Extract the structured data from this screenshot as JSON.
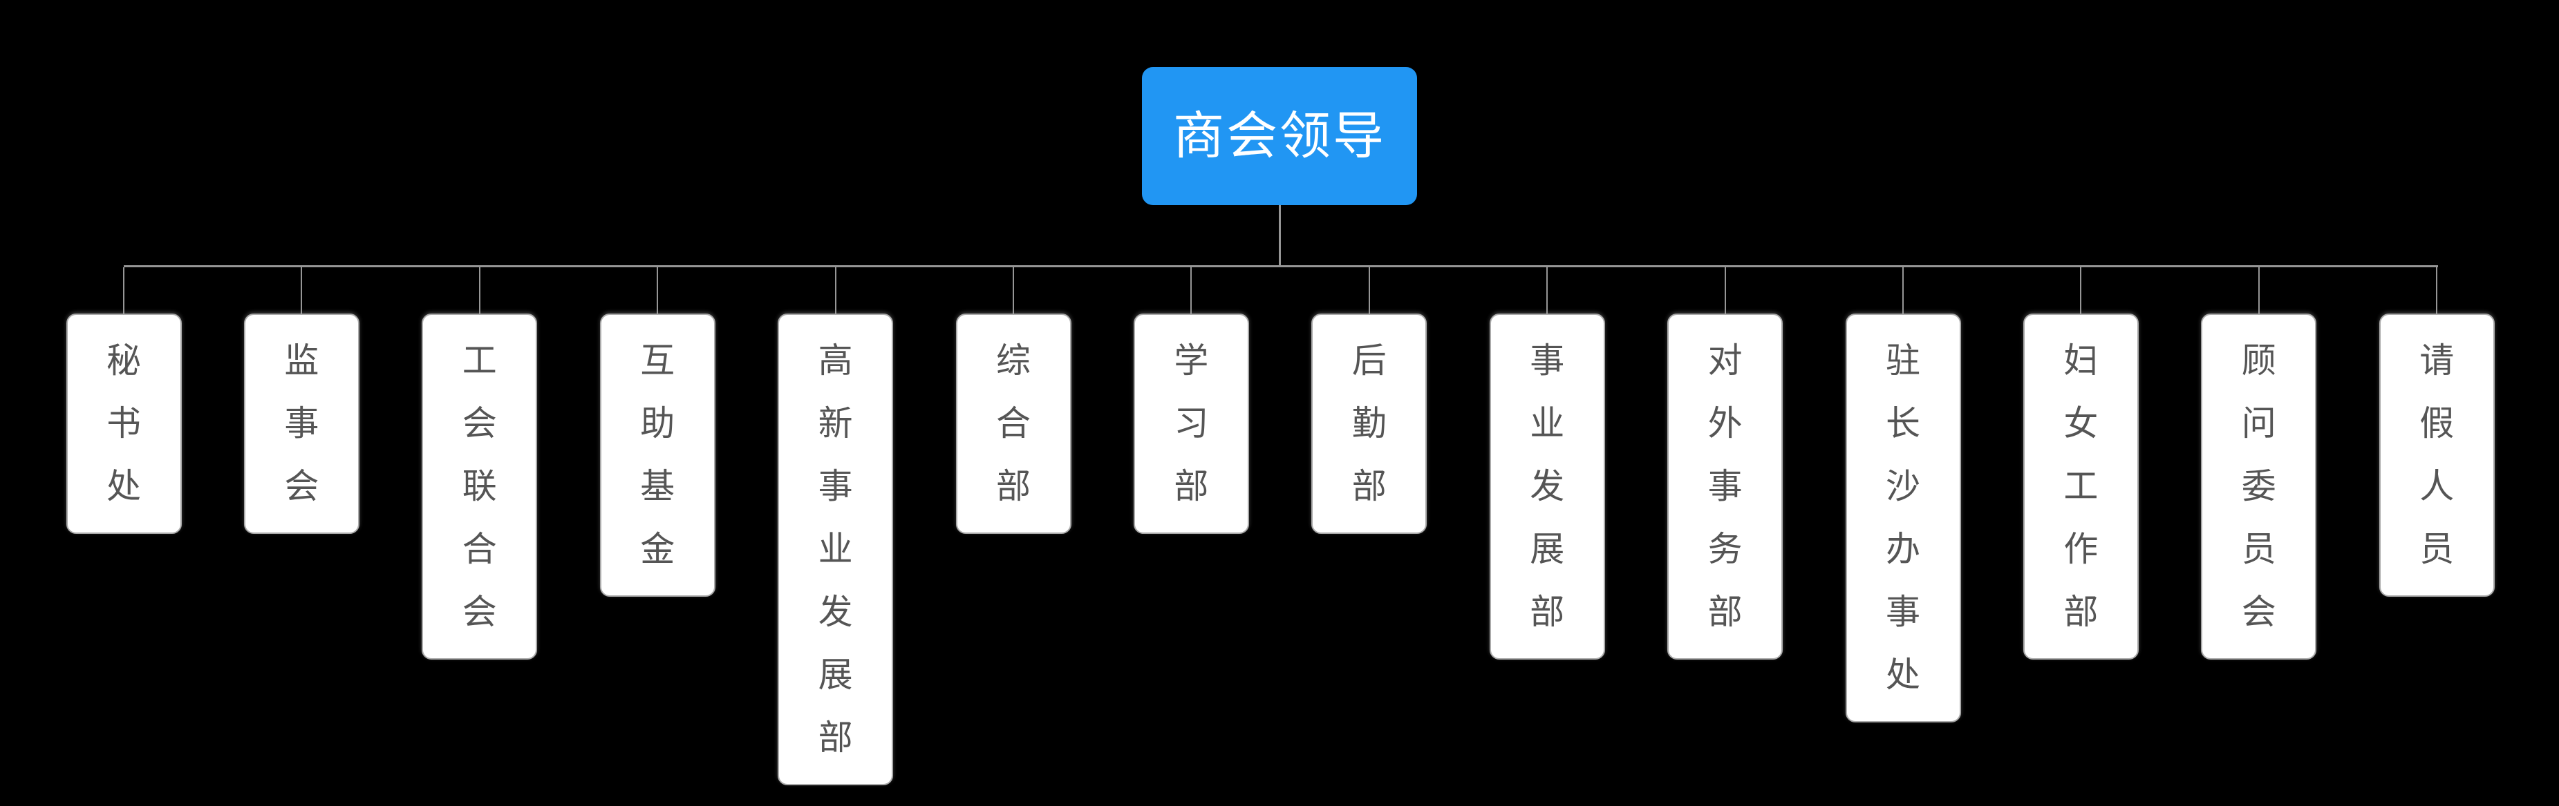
{
  "diagram": {
    "type": "org-chart",
    "background_color": "#000000",
    "connector_color": "#969696",
    "root": {
      "label": "商会领导",
      "fill_color": "#2196f3",
      "text_color": "#ffffff"
    },
    "node_style": {
      "fill_color": "#ffffff",
      "border_color": "#aaaaaa",
      "text_color": "#555555"
    },
    "children": [
      {
        "label": "秘书处"
      },
      {
        "label": "监事会"
      },
      {
        "label": "工会联合会"
      },
      {
        "label": "互助基金"
      },
      {
        "label": "高新事业发展部"
      },
      {
        "label": "综合部"
      },
      {
        "label": "学习部"
      },
      {
        "label": "后勤部"
      },
      {
        "label": "事业发展部"
      },
      {
        "label": "对外事务部"
      },
      {
        "label": "驻长沙办事处"
      },
      {
        "label": "妇女工作部"
      },
      {
        "label": "顾问委员会"
      },
      {
        "label": "请假人员"
      }
    ]
  }
}
